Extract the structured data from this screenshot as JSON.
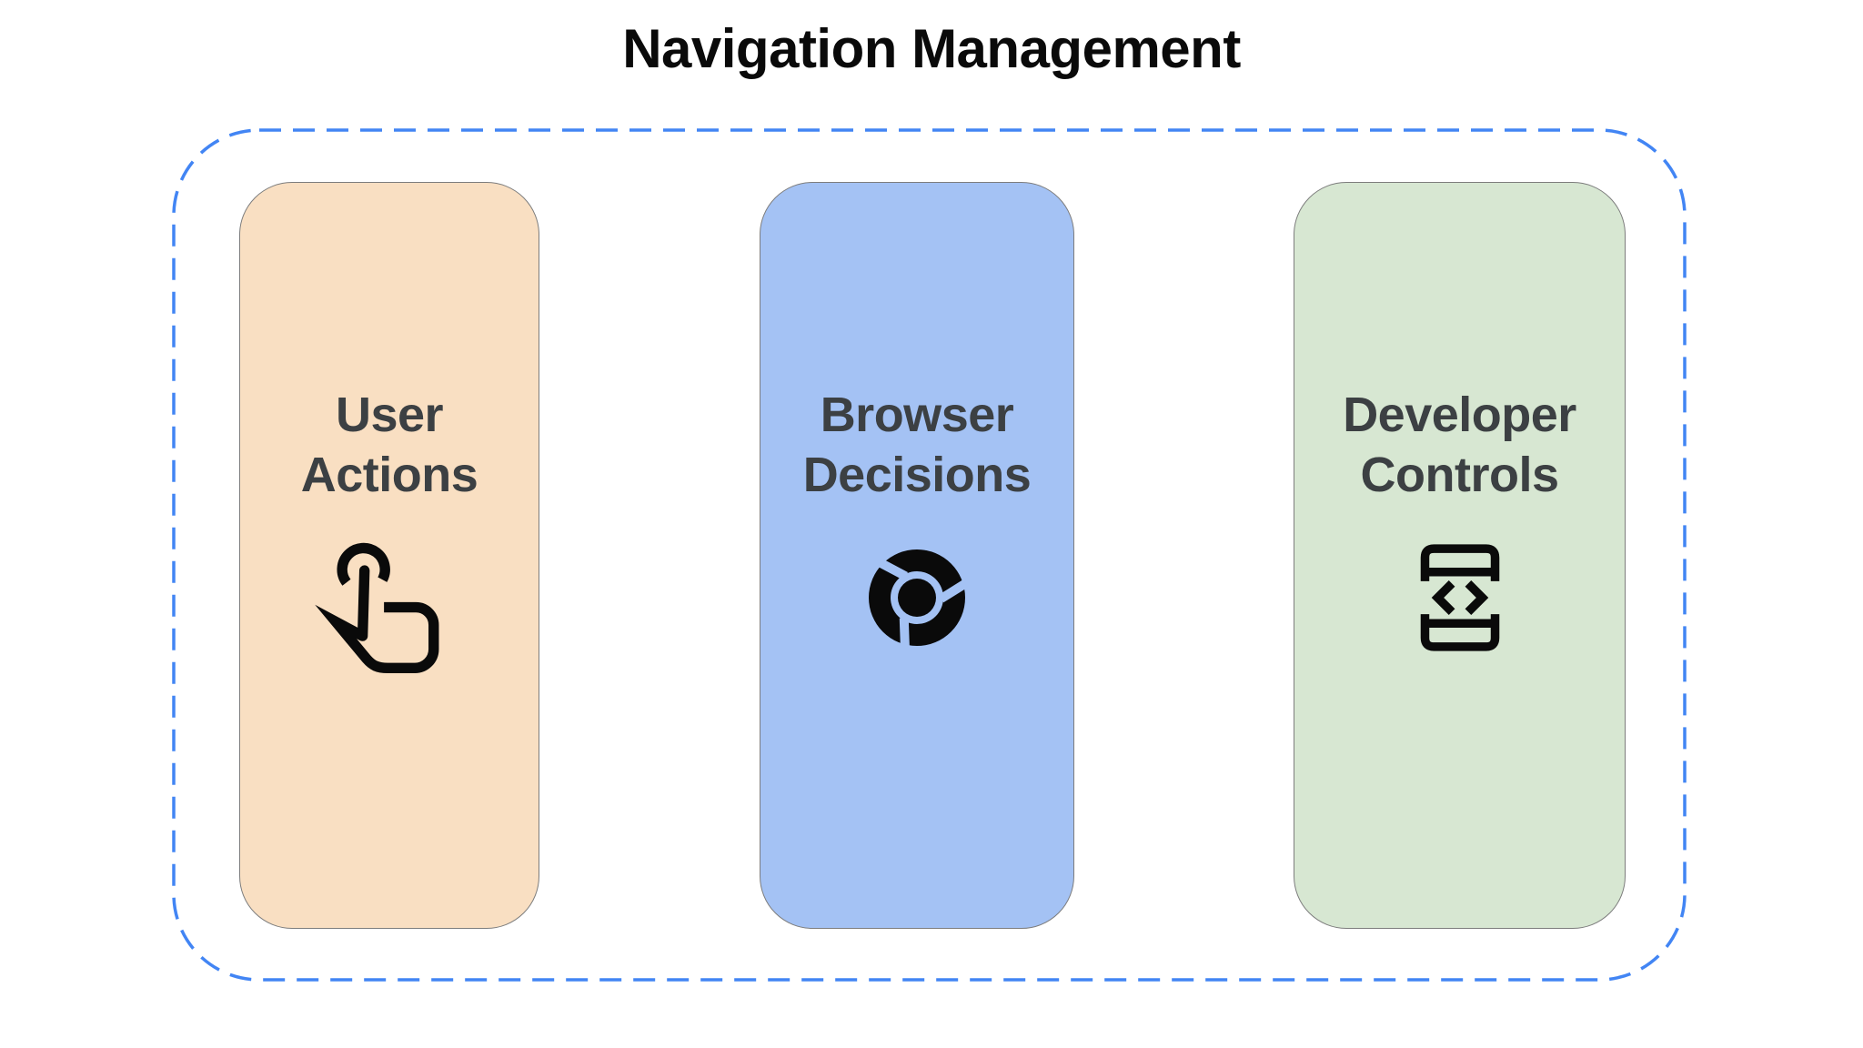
{
  "title": "Navigation Management",
  "cards": [
    {
      "line1": "User",
      "line2": "Actions",
      "bg": "#F9DFC2",
      "icon": "touch-gesture-icon"
    },
    {
      "line1": "Browser",
      "line2": "Decisions",
      "bg": "#A4C2F4",
      "icon": "chrome-browser-icon"
    },
    {
      "line1": "Developer",
      "line2": "Controls",
      "bg": "#D7E7D2",
      "icon": "developer-mode-icon"
    }
  ],
  "colors": {
    "background": "#FFFFFF",
    "title_text": "#0A0A0A",
    "card_text": "#3C4043",
    "card_border": "#7D7D7D",
    "icon": "#0A0A0A",
    "frame_dash": "#4285F4"
  }
}
